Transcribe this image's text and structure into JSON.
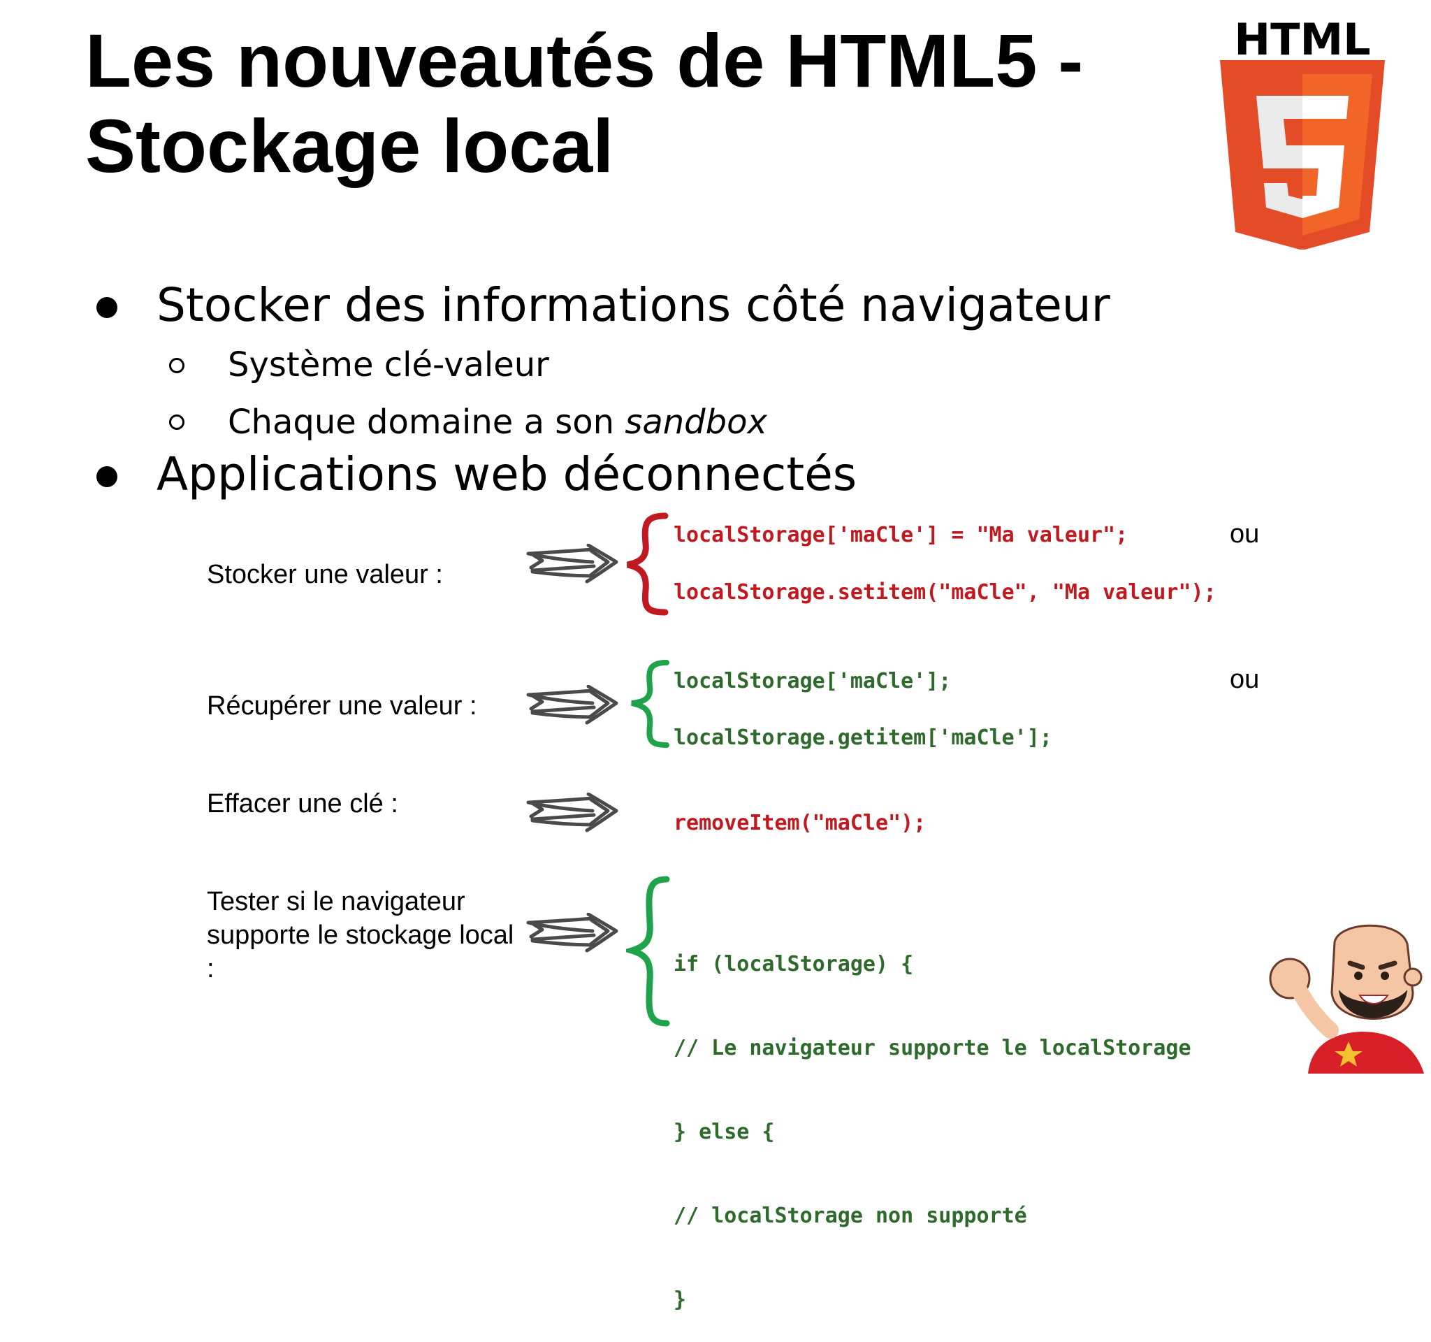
{
  "title": {
    "line1": "Les nouveautés de HTML5 -",
    "line2": "Stockage local"
  },
  "logo": {
    "text": "HTML",
    "digit": "5",
    "icon": "html5-logo-icon",
    "colors": {
      "dark": "#e34c26",
      "light": "#f16529",
      "text": "#000000"
    }
  },
  "bullets": [
    {
      "text": "Stocker des informations côté navigateur",
      "subitems": [
        {
          "text": "Système clé-valeur"
        },
        {
          "text_plain": "Chaque domaine a son ",
          "text_italic": "sandbox"
        }
      ]
    },
    {
      "text": "Applications web déconnectés"
    }
  ],
  "rows": [
    {
      "label": "Stocker une valeur :",
      "code_lines": [
        "localStorage['maCle'] = \"Ma valeur\";",
        "localStorage.setitem(\"maCle\", \"Ma valeur\");"
      ],
      "or": "ou",
      "color": "#c0191f",
      "icon": "arrow-icon"
    },
    {
      "label": "Récupérer une valeur :",
      "code_lines": [
        "localStorage['maCle'];",
        "localStorage.getitem['maCle'];"
      ],
      "or": "ou",
      "color": "#2e6a2c",
      "icon": "arrow-icon"
    },
    {
      "label": "Effacer une clé :",
      "code_lines": [
        "removeItem(\"maCle\");"
      ],
      "color": "#c0191f",
      "icon": "arrow-icon"
    },
    {
      "label_lines": [
        "Tester si le navigateur",
        "supporte le stockage local",
        ":"
      ],
      "code_lines": [
        "if (localStorage) {",
        "// Le navigateur supporte le localStorage",
        "} else {",
        "// localStorage non supporté",
        "}"
      ],
      "color": "#2e6a2c",
      "icon": "arrow-icon"
    }
  ],
  "mascot": {
    "icon": "bald-bearded-mascot-icon"
  }
}
